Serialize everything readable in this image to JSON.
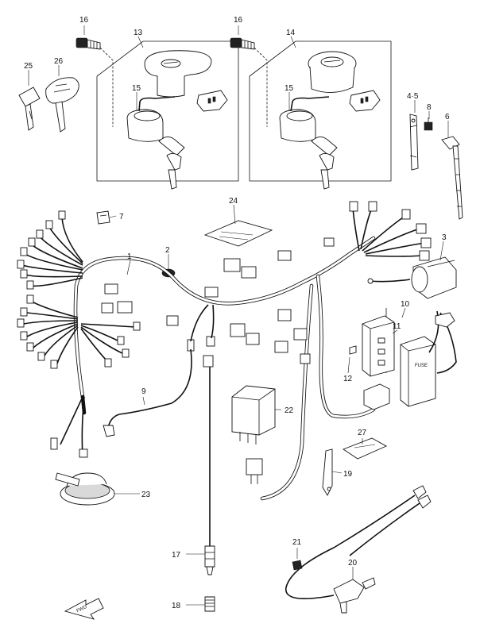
{
  "callouts": {
    "p1": "1",
    "p2": "2",
    "p3": "3",
    "p4_5": "4·5",
    "p6": "6",
    "p7": "7",
    "p8": "8",
    "p9": "9",
    "p10": "10",
    "p11": "11",
    "p12": "12",
    "p13": "13",
    "p14": "14",
    "p15a": "15",
    "p15b": "15",
    "p16a": "16",
    "p16b": "16",
    "p17": "17",
    "p18": "18",
    "p19": "19",
    "p20": "20",
    "p21": "21",
    "p22": "22",
    "p23": "23",
    "p24": "24",
    "p25": "25",
    "p26": "26",
    "p27": "27"
  },
  "labels": {
    "fuse": "FUSE",
    "front_arrow": "FWD"
  }
}
